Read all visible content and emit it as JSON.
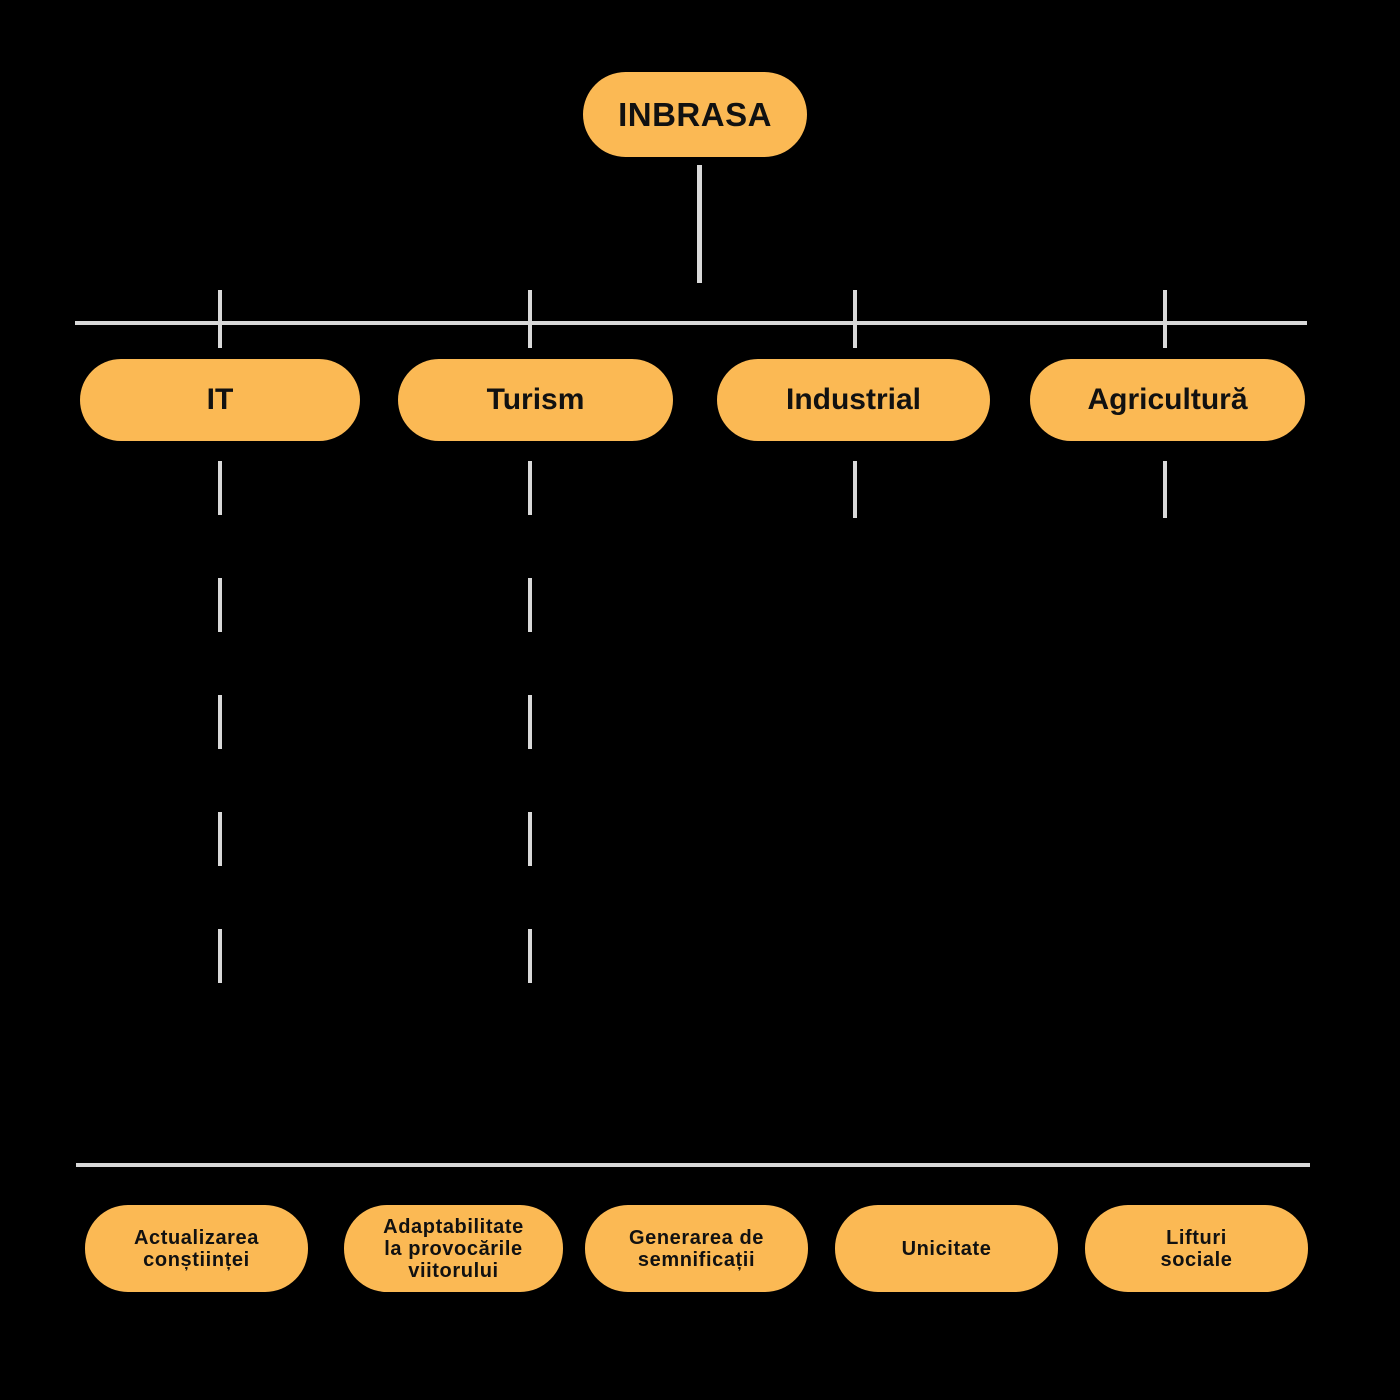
{
  "chart": {
    "type": "org-chart",
    "root": {
      "label": "INBRASA"
    },
    "branches": [
      {
        "label": "IT"
      },
      {
        "label": "Turism"
      },
      {
        "label": "Industrial"
      },
      {
        "label": "Agricultură"
      }
    ],
    "values": [
      {
        "label": "Actualizarea\nconștiinței"
      },
      {
        "label": "Adaptabilitate\nla provocările\nviitorului"
      },
      {
        "label": "Generarea de\nsemnificații"
      },
      {
        "label": "Unicitate"
      },
      {
        "label": "Lifturi\nsociale"
      }
    ]
  },
  "colors": {
    "background": "#000000",
    "pill": "#FBB954",
    "line": "#D9D9D9",
    "text": "#111111"
  }
}
